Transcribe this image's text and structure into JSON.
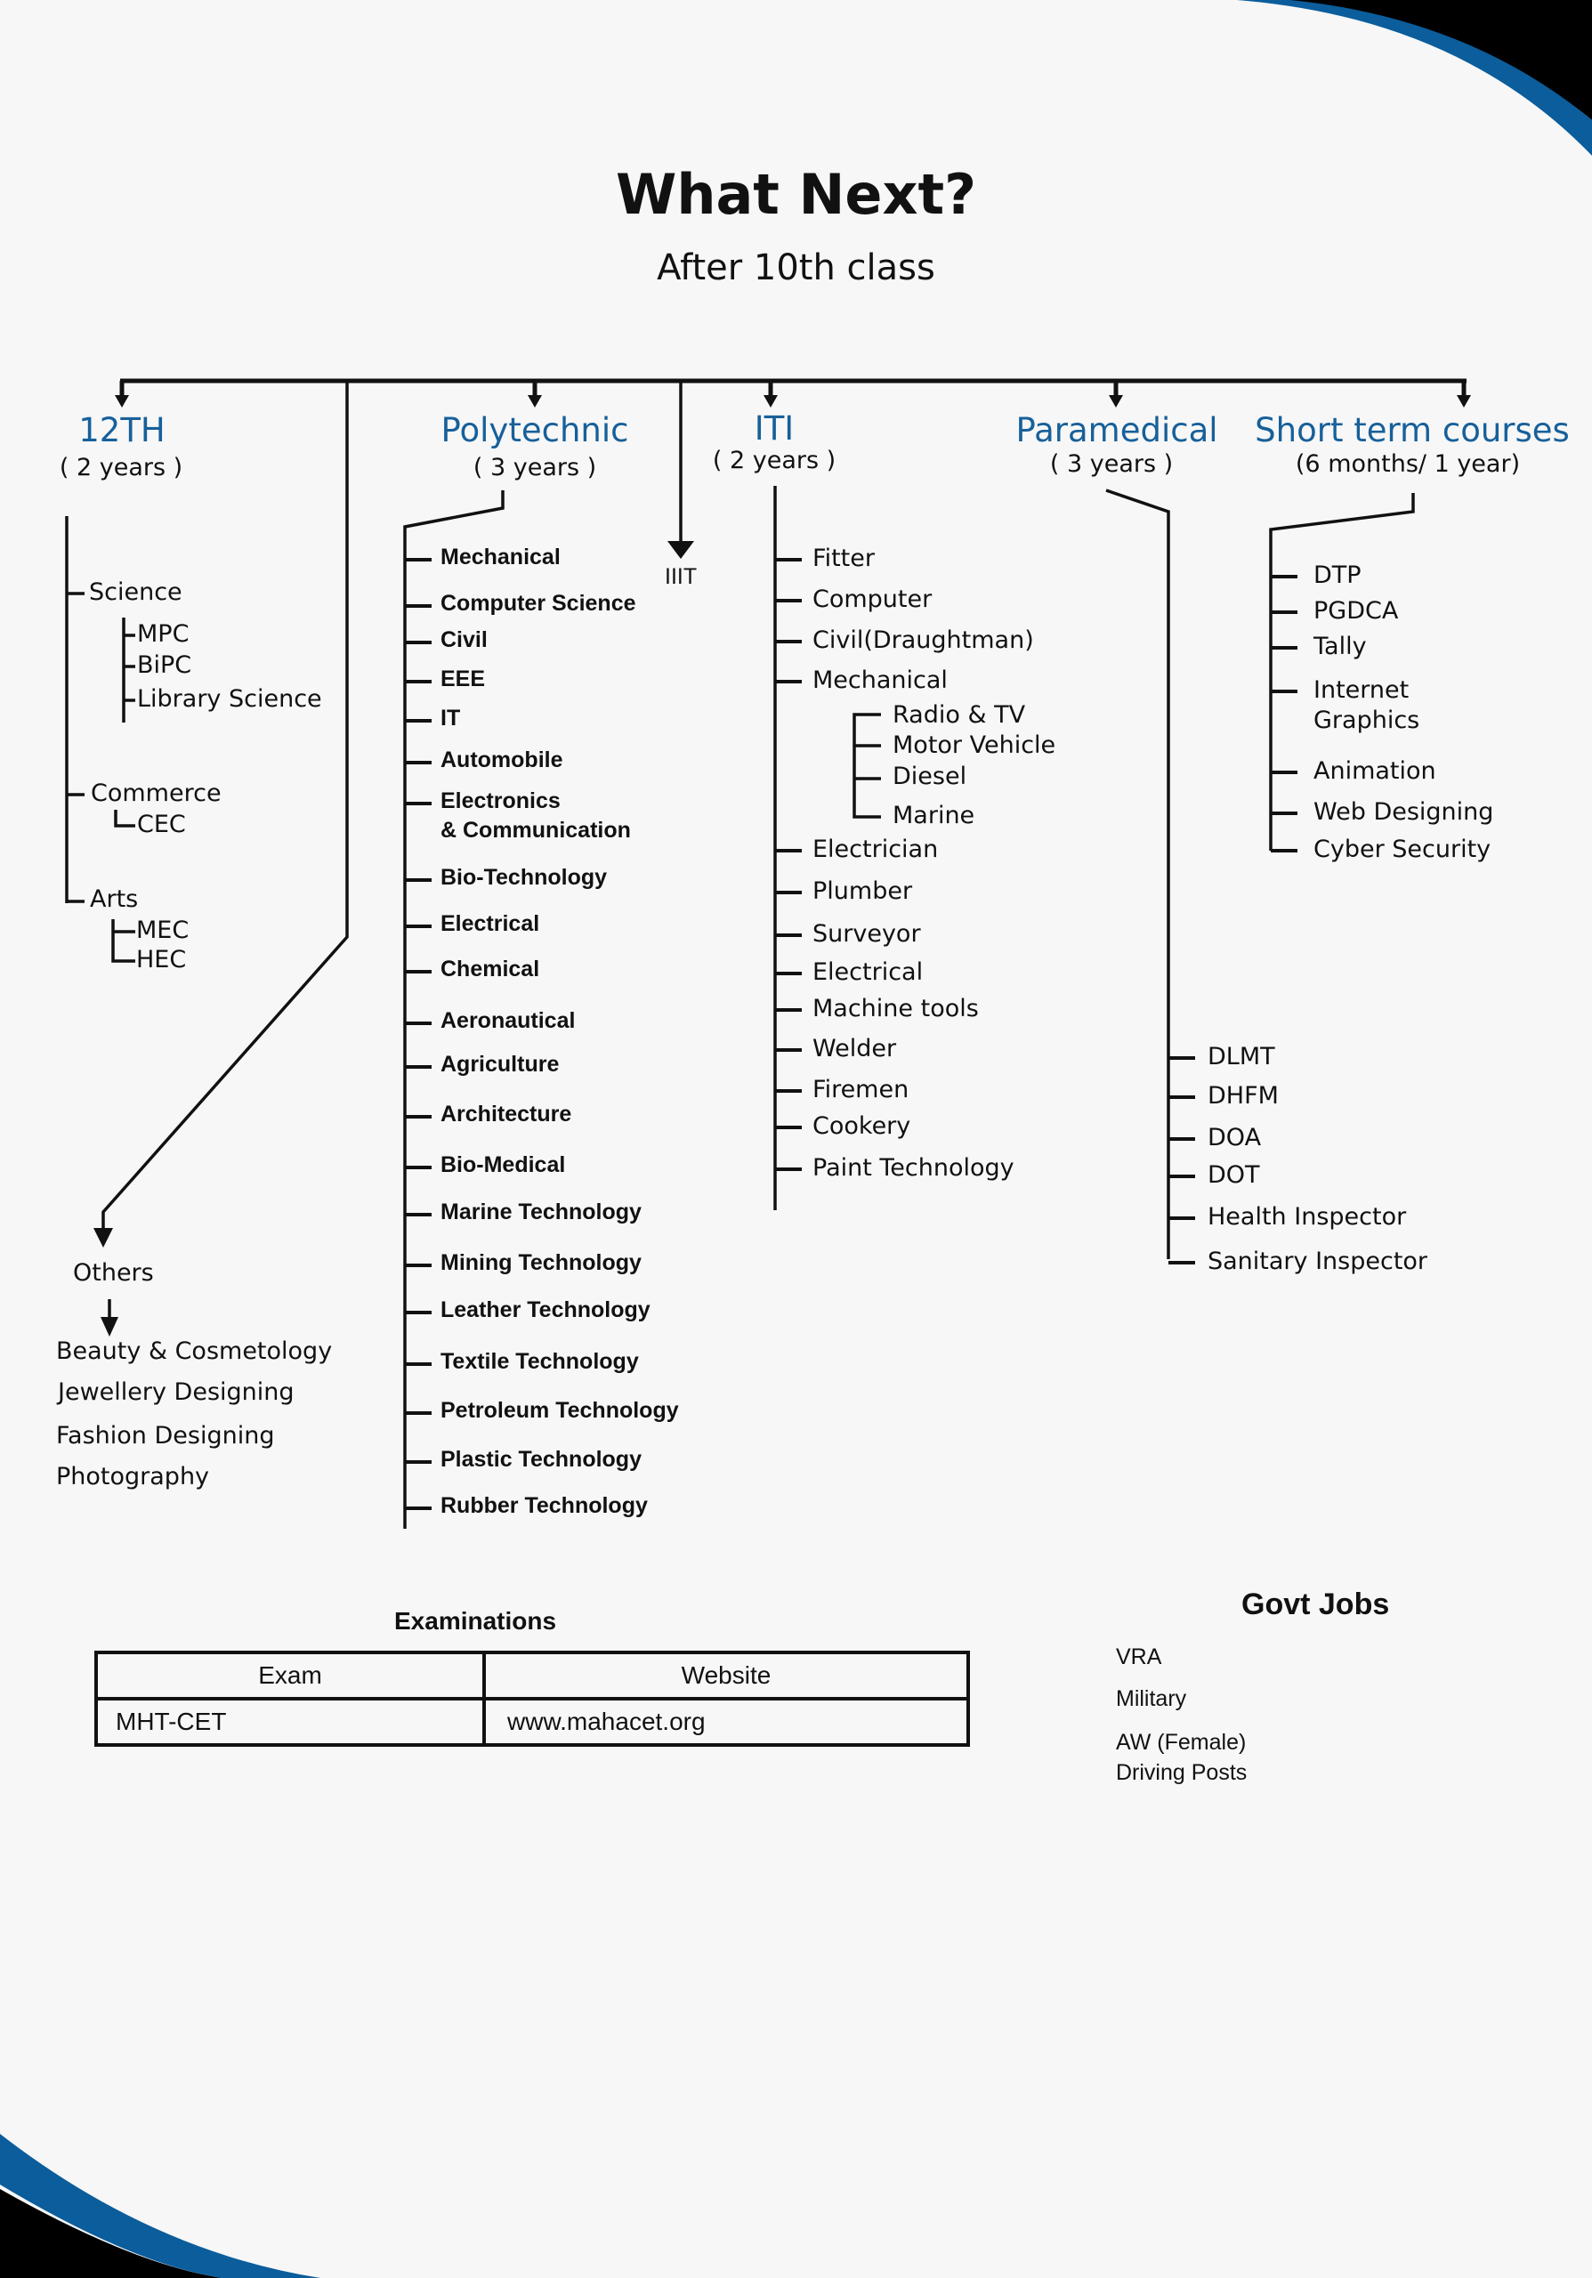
{
  "title": "What Next?",
  "subtitle": "After 10th class",
  "colors": {
    "accent": "#17609a",
    "band_blue": "#0b5d9c",
    "band_black": "#000000",
    "background": "#f7f7f7"
  },
  "branches": {
    "twelfth": {
      "label": "12TH",
      "duration": "( 2 years )",
      "streams": [
        {
          "name": "Science",
          "subs": [
            "MPC",
            "BiPC",
            "Library Science"
          ]
        },
        {
          "name": "Commerce",
          "subs": [
            "CEC"
          ]
        },
        {
          "name": "Arts",
          "subs": [
            "MEC",
            "HEC"
          ]
        }
      ]
    },
    "others": {
      "label": "Others",
      "items": [
        "Beauty & Cosmetology",
        "Jewellery Designing",
        "Fashion Designing",
        "Photography"
      ]
    },
    "polytechnic": {
      "label": "Polytechnic",
      "duration": "( 3 years )",
      "items": [
        "Mechanical",
        "Computer Science",
        "Civil",
        "EEE",
        "IT",
        "Automobile",
        "Electronics",
        "& Communication",
        "Bio-Technology",
        "Electrical",
        "Chemical",
        "Aeronautical",
        "Agriculture",
        "Architecture",
        "Bio-Medical",
        "Marine Technology",
        "Mining Technology",
        "Leather Technology",
        "Textile Technology",
        "Petroleum Technology",
        "Plastic Technology",
        "Rubber Technology"
      ]
    },
    "iiit": {
      "label": "IIIT"
    },
    "iti": {
      "label": "ITI",
      "duration": "( 2 years )",
      "items": [
        "Fitter",
        "Computer",
        "Civil(Draughtman)",
        "Mechanical",
        "Electrician",
        "Plumber",
        "Surveyor",
        "Electrical",
        "Machine tools",
        "Welder",
        "Firemen",
        "Cookery",
        "Paint Technology"
      ],
      "mechanical_subs": [
        "Radio & TV",
        "Motor Vehicle",
        "Diesel",
        "Marine"
      ]
    },
    "paramedical": {
      "label": "Paramedical",
      "duration": "( 3 years )",
      "items": [
        "DLMT",
        "DHFM",
        "DOA",
        "DOT",
        "Health Inspector",
        "Sanitary Inspector"
      ]
    },
    "short_term": {
      "label": "Short term courses",
      "duration": "(6 months/ 1 year)",
      "items": [
        "DTP",
        "PGDCA",
        "Tally",
        "Internet",
        "Graphics",
        "Animation",
        "Web Designing",
        "Cyber Security"
      ]
    }
  },
  "examinations": {
    "title": "Examinations",
    "headers": [
      "Exam",
      "Website"
    ],
    "rows": [
      [
        "MHT-CET",
        "www.mahacet.org"
      ]
    ]
  },
  "govt_jobs": {
    "title": "Govt Jobs",
    "items": [
      "VRA",
      "Military",
      "AW (Female)",
      "Driving Posts"
    ]
  }
}
